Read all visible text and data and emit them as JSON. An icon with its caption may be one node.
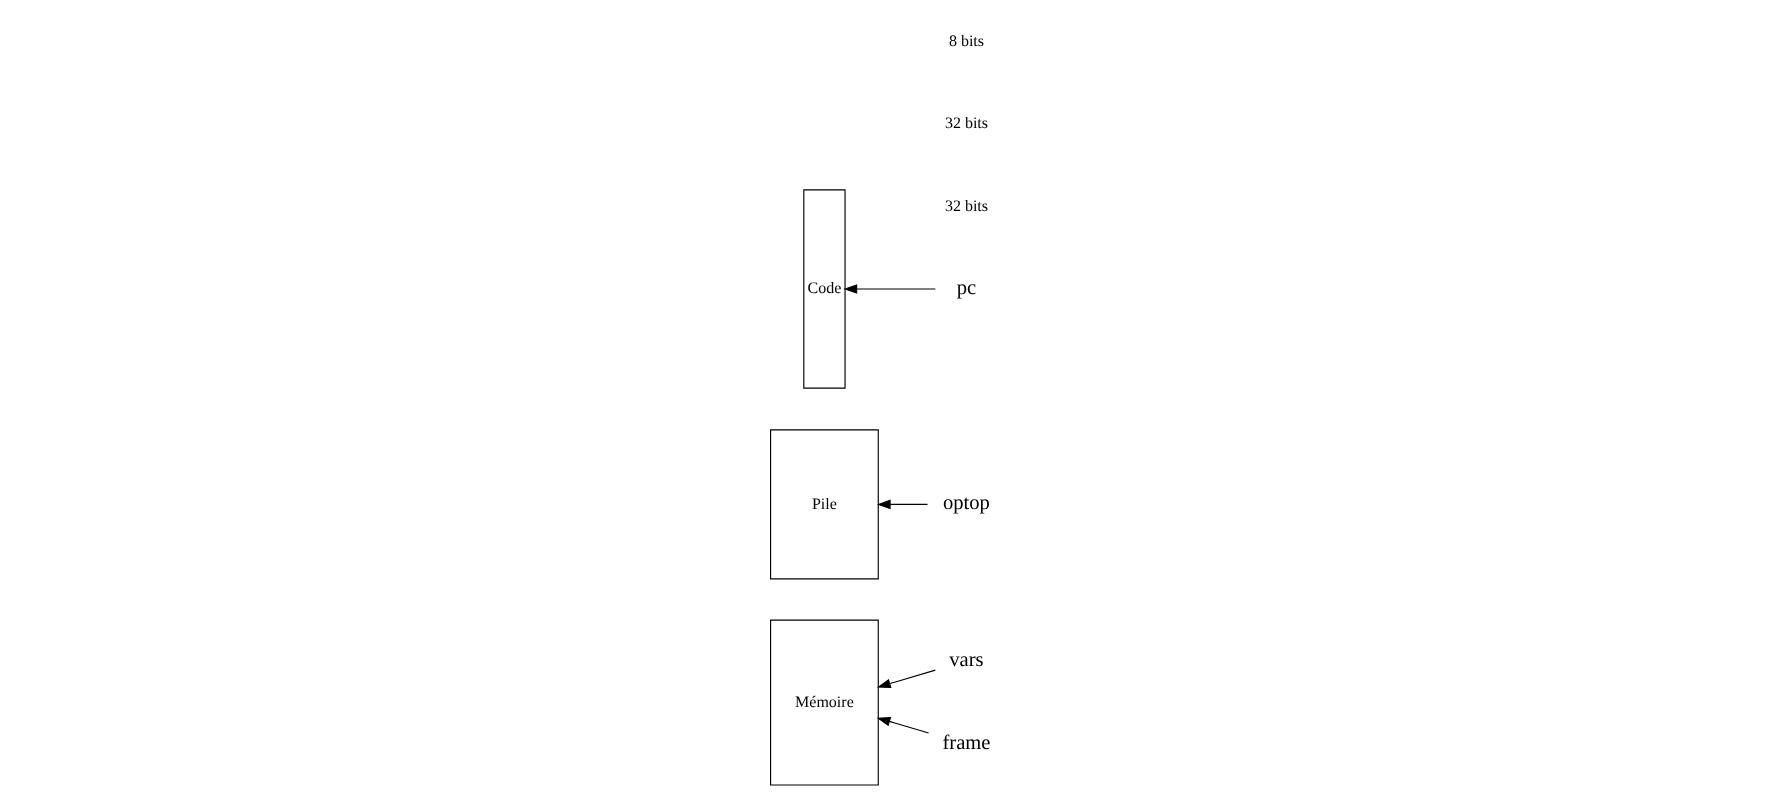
{
  "diagram": {
    "nodes": [
      {
        "text": [
          "Mémoire"
        ]
      },
      {
        "text": [
          "vars"
        ]
      },
      {
        "text": [
          "frame"
        ]
      },
      {
        "text": [
          "Pile"
        ]
      },
      {
        "text": [
          "optop"
        ]
      },
      {
        "text": [
          "Code"
        ]
      },
      {
        "text": [
          "pc"
        ]
      }
    ],
    "edges": [
      {
        "from": 1,
        "to": 0,
        "arrow": "to"
      },
      {
        "from": 2,
        "to": 0,
        "arrow": "to"
      },
      {
        "from": 4,
        "to": 3,
        "arrow": "to"
      },
      {
        "from": 6,
        "to": 5,
        "arrow": "to"
      }
    ],
    "labels": [
      "32 bits",
      "32 bits",
      "8 bits"
    ]
  }
}
